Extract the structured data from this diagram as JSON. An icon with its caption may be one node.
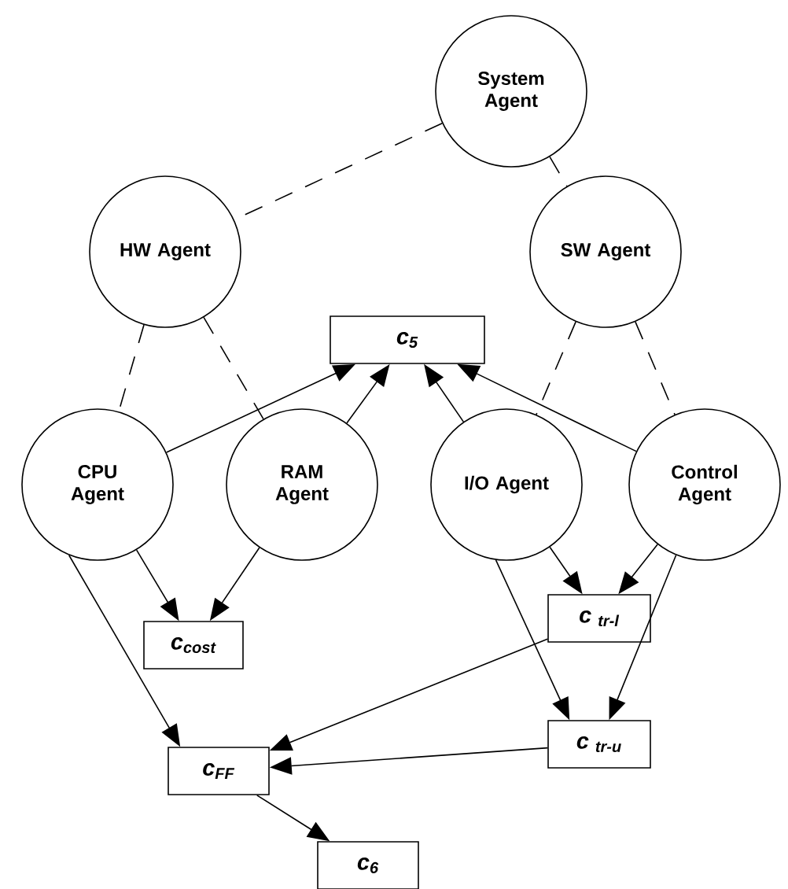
{
  "diagram": {
    "nodes": [
      {
        "text": [
          "System Agent"
        ]
      },
      {
        "text": [
          "HW Agent"
        ]
      },
      {
        "text": [
          "SW Agent"
        ]
      },
      {
        "text": [
          "c$_{5}$"
        ]
      },
      {
        "text": [
          "CPU Agent"
        ]
      },
      {
        "text": [
          "RAM Agent"
        ]
      },
      {
        "text": [
          "I/O Agent"
        ]
      },
      {
        "text": [
          "Control Agent"
        ]
      },
      {
        "text": [
          "c$_{cost}$"
        ]
      },
      {
        "text": [
          "c $_{tr-l}$"
        ]
      },
      {
        "text": [
          "c $_{tr-u}$"
        ]
      },
      {
        "text": [
          "c$_{FF}$"
        ]
      },
      {
        "text": [
          "c$_{6}$"
        ]
      }
    ],
    "edges": [
      {
        "from": 0,
        "to": 1,
        "arrow": "none",
        "style": "dashed"
      },
      {
        "from": 0,
        "to": 2,
        "arrow": "none",
        "style": "dashed"
      },
      {
        "from": 1,
        "to": 4,
        "arrow": "none",
        "style": "dashed"
      },
      {
        "from": 1,
        "to": 5,
        "arrow": "none",
        "style": "dashed"
      },
      {
        "from": 2,
        "to": 6,
        "arrow": "none",
        "style": "dashed"
      },
      {
        "from": 2,
        "to": 7,
        "arrow": "none",
        "style": "dashed"
      },
      {
        "from": 4,
        "to": 3,
        "arrow": "to"
      },
      {
        "from": 5,
        "to": 3,
        "arrow": "to"
      },
      {
        "from": 6,
        "to": 3,
        "arrow": "to"
      },
      {
        "from": 7,
        "to": 3,
        "arrow": "to"
      },
      {
        "from": 4,
        "to": 8,
        "arrow": "to"
      },
      {
        "from": 5,
        "to": 8,
        "arrow": "to"
      },
      {
        "from": 6,
        "to": 9,
        "arrow": "to"
      },
      {
        "from": 7,
        "to": 9,
        "arrow": "to"
      },
      {
        "from": 6,
        "to": 10,
        "arrow": "to"
      },
      {
        "from": 7,
        "to": 10,
        "arrow": "to"
      },
      {
        "from": 4,
        "to": 11,
        "arrow": "to"
      },
      {
        "from": 9,
        "to": 11,
        "arrow": "to"
      },
      {
        "from": 10,
        "to": 11,
        "arrow": "to"
      },
      {
        "from": 11,
        "to": 12,
        "arrow": "to"
      }
    ]
  }
}
